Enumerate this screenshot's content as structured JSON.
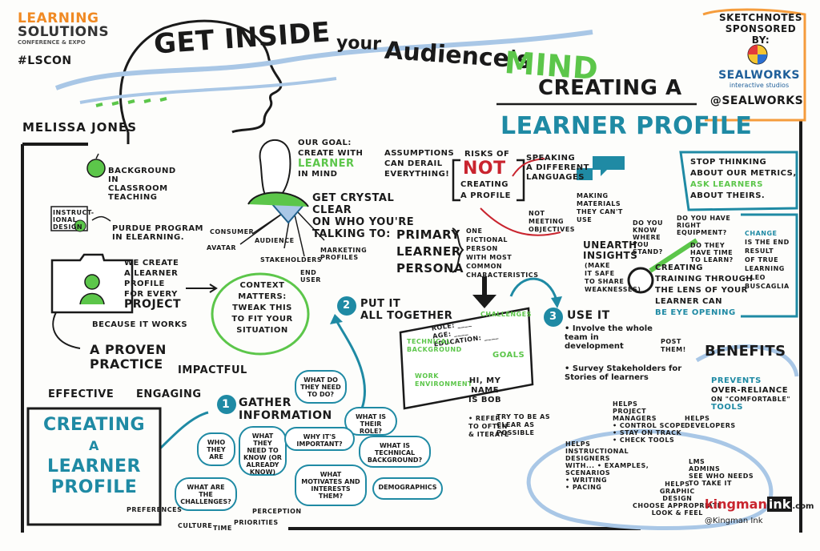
{
  "header": {
    "logo_line1": "LEARNING",
    "logo_line2": "SOLUTIONS",
    "logo_line3": "CONFERENCE & EXPO",
    "hashtag": "#LSCON",
    "title_part1": "GET INSIDE",
    "title_part2": "your",
    "title_part3": "Audience's",
    "title_part4": "MIND",
    "subtitle1": "CREATING a",
    "subtitle2": "LEARNER PROFILE",
    "speaker": "MELISSA JONES"
  },
  "sponsor": {
    "line1": "SKETCHNOTES",
    "line2": "SPONSORED by:",
    "brand": "SEALWORKS",
    "brand_sub": "interactive studios",
    "handle": "@SEALWORKS"
  },
  "left_column": {
    "background": [
      "BACKGROUND",
      "IN",
      "CLASSROOM",
      "TEACHING"
    ],
    "instructional": "INSTRUCT-IONAL DESIGN",
    "purdue": [
      "PURDUE PROGRAM",
      "IN eLEARNING."
    ],
    "we_create": [
      "WE CREATE",
      "a LEARNER",
      "PROFILE",
      "for EVERY",
      "PROJECT",
      "because it WORKS"
    ],
    "context": [
      "CONTEXT",
      "MATTERS:",
      "TWEAK THIS",
      "to fit YOUR",
      "SITUATION"
    ],
    "proven": [
      "A PROVEN",
      "PRACTICE"
    ],
    "impactful": "IMPACTFUL",
    "effective": "EFFECTIVE",
    "engaging": "ENGAGING",
    "creating_box": [
      "CREATING",
      "a",
      "LEARNER",
      "PROFILE"
    ]
  },
  "goal": {
    "text": [
      "OUR GOAL:",
      "CREATE with",
      "LEARNER",
      "in MIND"
    ],
    "crystal": [
      "GET CRYSTAL",
      "CLEAR",
      "on WHO YOU'RE",
      "TALKING TO:"
    ],
    "rays": [
      "CONSUMER",
      "AVATAR",
      "AUDIENCE",
      "STAKEHOLDERS",
      "END USER",
      "MARKETING PROFILES"
    ]
  },
  "persona": {
    "words": [
      "PRIMARY",
      "LEARNER",
      "PERSONA"
    ],
    "definition": [
      "ONE",
      "FICTIONAL",
      "PERSON",
      "with most",
      "common",
      "characteristics"
    ]
  },
  "assumptions": {
    "a1": [
      "ASSUMPTIONS",
      "CAN DERAIL",
      "everything!"
    ],
    "risks": "RISKS of",
    "not": "NOT",
    "creating": [
      "CREATING",
      "a PROFILE"
    ],
    "speaking": [
      "SPEAKING",
      "a DIFFERENT",
      "languages"
    ],
    "making": [
      "MAKING",
      "MATERIALS",
      "they can't",
      "use"
    ],
    "not_meeting": [
      "NOT",
      "MEETING",
      "OBJECTIVES"
    ]
  },
  "right_top": {
    "stop": [
      "STOP THINKING",
      "ABOUT OUR METRICS,",
      "ASK LEARNERS",
      "ABOUT THEIRS."
    ],
    "unearth": [
      "UNEARTH",
      "INSIGHTS",
      "(make",
      "it safe",
      "to share",
      "weaknesses)"
    ],
    "questions": [
      "DO YOU KNOW WHERE YOU STAND?",
      "DO YOU HAVE RIGHT EQUIPMENT?",
      "DO THEY HAVE TIME TO LEARN?"
    ],
    "creating_training": [
      "CREATING",
      "training through",
      "the LENS of your",
      "LEARNER CAN",
      "BE EYE OPENING"
    ],
    "change": [
      "CHANGE",
      "is THE END",
      "RESULT",
      "of TRUE",
      "LEARNING",
      "- LEO",
      "BUSCAGLIA"
    ]
  },
  "step1": {
    "number": "1",
    "title": [
      "GATHER",
      "INFORMATION"
    ],
    "bubbles": [
      "WHAT DO THEY NEED TO DO?",
      "WHAT IS THEIR ROLE?",
      "WHO THEY ARE",
      "WHAT THEY NEED TO KNOW (or ALREADY KNOW)",
      "WHY IT'S IMPORTANT?",
      "WHAT IS TECHNICAL BACKGROUND?",
      "WHAT ARE THE CHALLENGES?",
      "WHAT MOTIVATES AND INTERESTS THEM?",
      "DEMOGRAPHICS"
    ],
    "under": [
      "PREFERENCES",
      "PERCEPTION",
      "CULTURE",
      "TIME",
      "PRIORITIES"
    ]
  },
  "step2": {
    "number": "2",
    "title": [
      "PUT IT",
      "ALL TOGETHER"
    ],
    "card": {
      "role": "ROLE: ____",
      "age": "AGE: ____",
      "education": "EDUCATION: ____",
      "technical": [
        "TECHNICAL",
        "BACKGROUND"
      ],
      "challenges": "CHALLENGES",
      "goals": "GOALS",
      "work": [
        "WORK",
        "ENVIRONMENT"
      ],
      "hi": [
        "Hi, MY",
        "NAME",
        "is BOB"
      ]
    },
    "try": [
      "TRY to be as",
      "CLEAR as",
      "POSSIBLE"
    ],
    "refer": [
      "• REFER",
      "to OFTEN",
      "& ITERATE"
    ]
  },
  "step3": {
    "number": "3",
    "title": "USE IT",
    "bullets": [
      "• Involve the whole team in development",
      "• Survey Stakeholders for Stories of learners"
    ],
    "post": [
      "POST",
      "THEM!"
    ]
  },
  "benefits": {
    "title": "BENEFITS",
    "prevents": [
      "PREVENTS",
      "OVER-RELIANCE",
      "on \"COMFORTABLE\"",
      "TOOLS"
    ],
    "project_managers": [
      "HELPS",
      "PROJECT",
      "MANAGERS",
      "• CONTROL SCOPE",
      "• STAY ON TRACK",
      "• CHECK TOOLS"
    ],
    "developers": [
      "HELPS",
      "DEVELOPERS"
    ],
    "instructional": [
      "HELPS",
      "INSTRUCTIONAL",
      "DESIGNERS",
      "with... • examples,",
      "scenarios",
      "• writing",
      "• pacing"
    ],
    "graphic": [
      "HELPS",
      "GRAPHIC",
      "DESIGN",
      "CHOOSE APPROPRIATE",
      "LOOK & FEEL"
    ],
    "lms": [
      "LMS",
      "ADMINS",
      "SEE WHO NEEDS",
      "TO TAKE IT"
    ]
  },
  "footer": {
    "brand": "kingman",
    "brand_accent": "ink",
    "brand_dot": ".com",
    "handle": "@Kingman Ink"
  }
}
